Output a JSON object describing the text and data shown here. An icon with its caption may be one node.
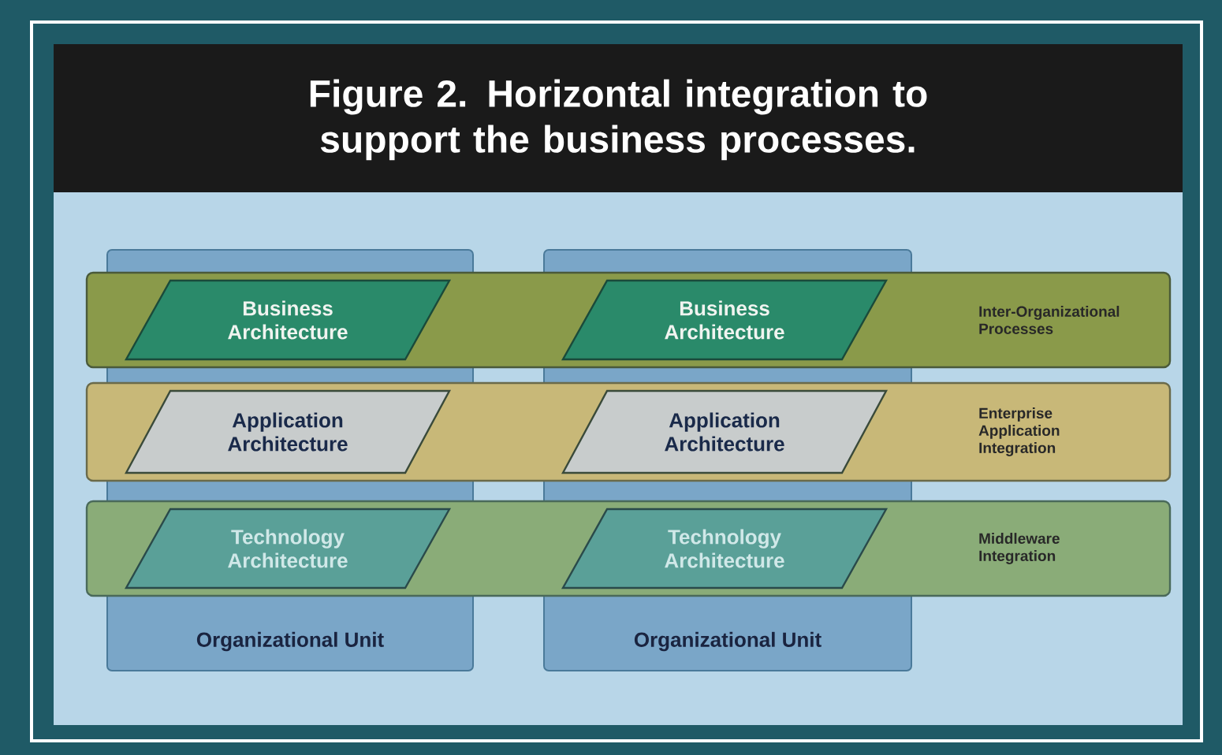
{
  "diagram": {
    "title": "Figure 2. Horizontal integration to support the business processes.",
    "nodes": [
      {
        "text": [
          "Organizational Unit"
        ]
      },
      {
        "text": [
          "Organizational Unit"
        ]
      },
      {
        "text": [
          "Inter-Organizational Processes"
        ]
      },
      {
        "text": [
          "Business Architecture"
        ]
      },
      {
        "text": [
          "Business Architecture"
        ]
      },
      {
        "text": [
          "Enterprise Application Integration"
        ]
      },
      {
        "text": [
          "Application Architecture"
        ]
      },
      {
        "text": [
          "Application Architecture"
        ]
      },
      {
        "text": [
          "Middleware Integration"
        ]
      },
      {
        "text": [
          "Technology Architecture"
        ]
      },
      {
        "text": [
          "Technology Architecture"
        ]
      }
    ]
  }
}
